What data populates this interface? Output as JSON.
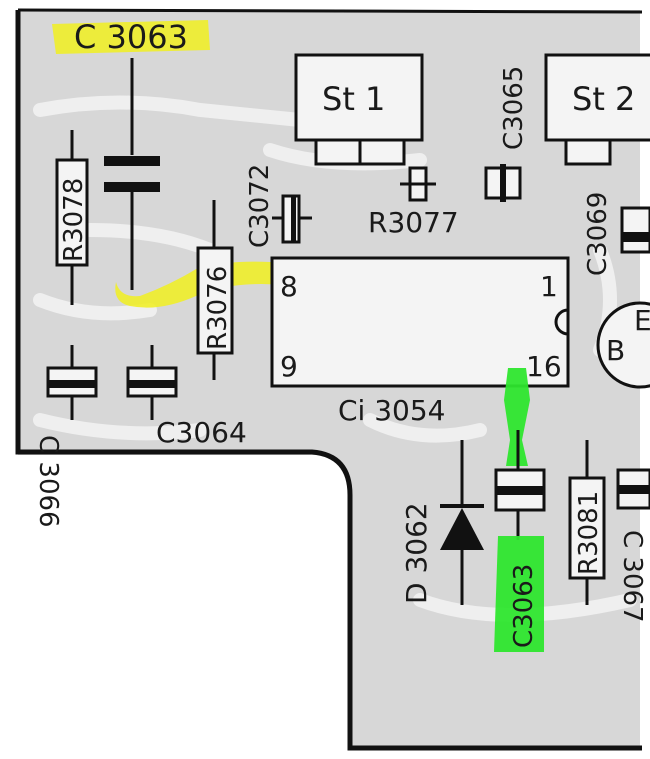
{
  "labels": {
    "c3063_top": "C 3063",
    "c3063_bottom": "C3063",
    "r3078": "R3078",
    "r3076": "R3076",
    "c3072": "C3072",
    "st1": "St 1",
    "st2": "St 2",
    "c3065": "C3065",
    "r3077": "R3077",
    "c3069": "C3069",
    "pin8": "8",
    "pin1": "1",
    "pin9": "9",
    "pin16": "16",
    "ci3054": "Ci 3054",
    "c3064": "C3064",
    "c3066_partial": "C 3066",
    "d3062": "D 3062",
    "r3081": "R3081",
    "c3067_partial": "C 3067",
    "b_partial": "B",
    "e_partial": "E"
  },
  "colors": {
    "board": "#d9d9d9",
    "trace": "#eeeeee",
    "ink": "#1a1a1a",
    "highlight_yellow": "#f0ee2a",
    "highlight_green": "#2ee62e"
  }
}
